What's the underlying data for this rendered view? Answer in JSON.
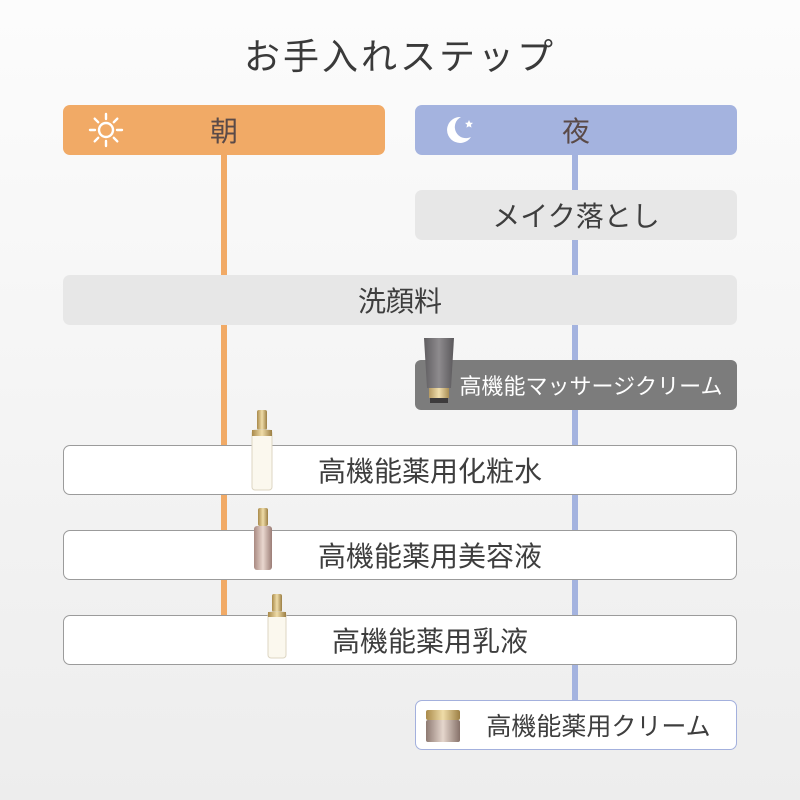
{
  "title": "お手入れステップ",
  "colors": {
    "morning": "#f1aa66",
    "night": "#a4b3df",
    "morning_line": "#f1aa66",
    "night_line": "#a4b3df"
  },
  "columns": {
    "morning": {
      "label": "朝",
      "icon": "sun-icon"
    },
    "night": {
      "label": "夜",
      "icon": "moon-star-icon"
    }
  },
  "steps": {
    "makeup_remover": "メイク落とし",
    "cleanser": "洗顔料",
    "massage_cream": "高機能マッサージクリーム",
    "lotion": "高機能薬用化粧水",
    "serum": "高機能薬用美容液",
    "emulsion": "高機能薬用乳液",
    "cream": "高機能薬用クリーム"
  }
}
